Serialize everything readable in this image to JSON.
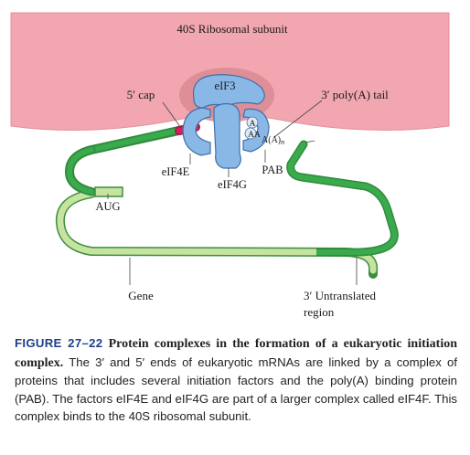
{
  "diagram": {
    "labels": {
      "ribosome": "40S Ribosomal subunit",
      "eif3": "eIF3",
      "cap": "5′ cap",
      "polya": "3′ poly(A) tail",
      "eif4e": "eIF4E",
      "eif4g": "eIF4G",
      "pab": "PAB",
      "aug": "AUG",
      "gene": "Gene",
      "utr_line1": "3′ Untranslated",
      "utr_line2": "region",
      "tail_a": "A",
      "tail_aa": "AA",
      "tail_end": "(A)",
      "tail_n": "n"
    },
    "colors": {
      "ribosome": "#f1a6b0",
      "ribosome_shadow": "#d98a92",
      "protein": "#8ab8e6",
      "protein_outline": "#3f6fa8",
      "mrna_translated": "#c6e3a0",
      "mrna_untranslated": "#38a84a",
      "cap": "#d6205a"
    }
  },
  "caption": {
    "figure_number": "FIGURE 27–22",
    "title": "Protein complexes in the formation of a eukaryotic initiation complex.",
    "body": "The 3′ and 5′ ends of eukaryotic mRNAs are linked by a complex of proteins that includes several initiation factors and the poly(A) binding protein (PAB). The factors eIF4E and eIF4G are part of a larger complex called eIF4F. This complex binds to the 40S ribosomal subunit."
  }
}
